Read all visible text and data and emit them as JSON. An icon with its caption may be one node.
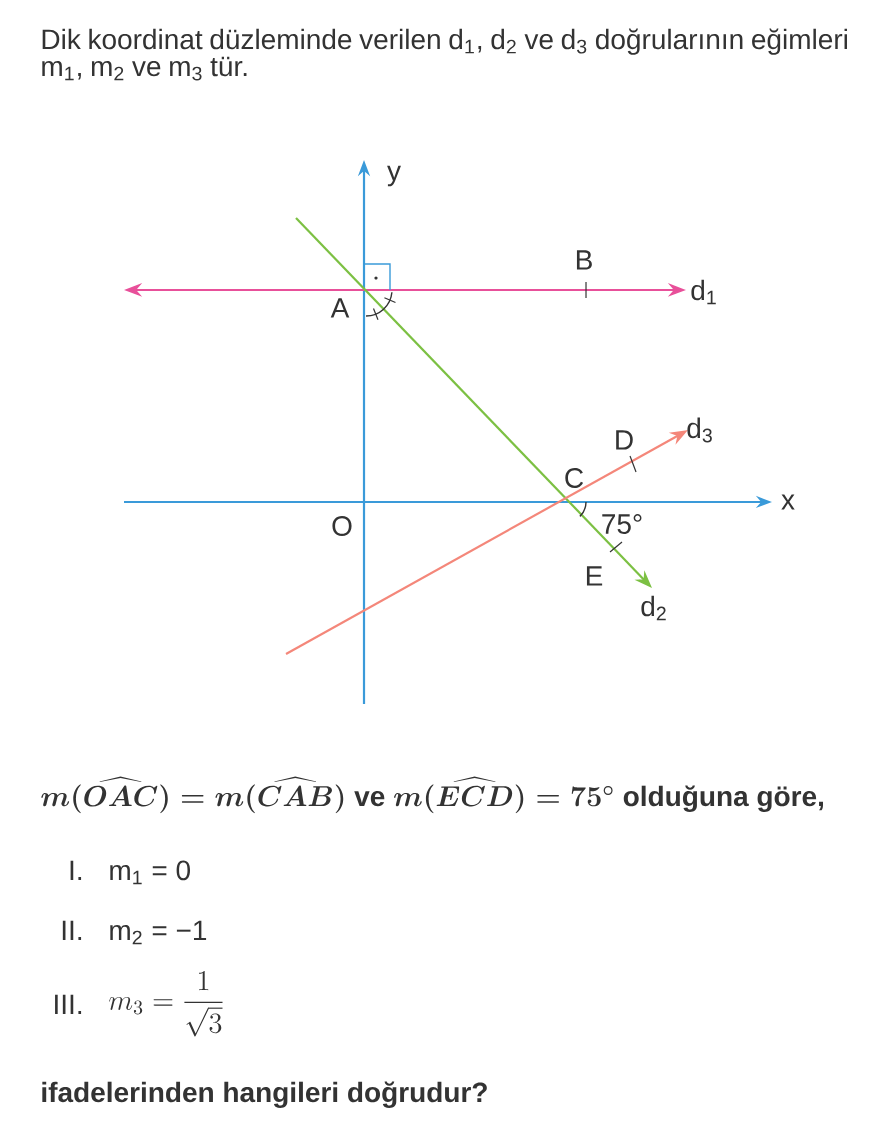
{
  "diagram": {
    "labels": [
      "Dik koordinat düzleminde verilen d$_{1}$, d$_{2}$ ve d$_{3}$ doğrularının eğimleri m$_{1}$, m$_{2}$ ve m$_{3}$ tür.",
      "y",
      "B",
      "d$_{1}$",
      "A",
      "D",
      "d$_{3}$",
      "C",
      "x",
      "O",
      "75°",
      "E",
      "d$_{2}$",
      "m(\\widehat{OAC}) = m(\\widehat{CAB})",
      "ve",
      "m(\\widehat{ECD}) = 75^\\circ",
      "olduğuna göre,",
      "I.",
      "m$_{1}$ = 0",
      "II.",
      "m$_{2}$ = −1",
      "III.",
      "m_3 = \\dfrac{1}{\\sqrt{3}}",
      "ifadelerinden hangileri doğrudur?"
    ]
  }
}
